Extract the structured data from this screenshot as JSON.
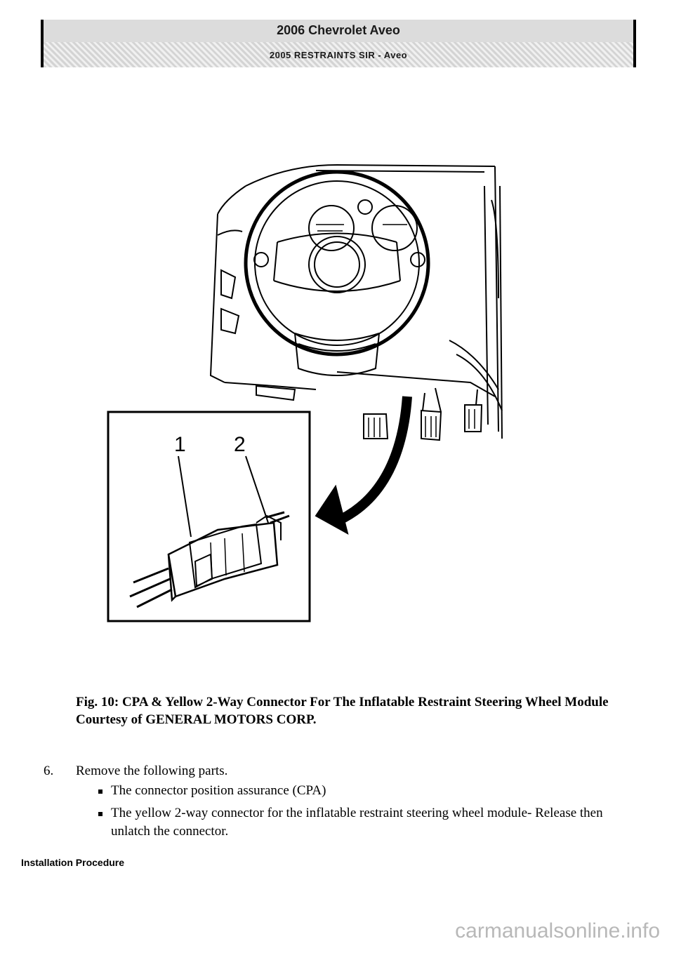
{
  "header": {
    "title": "2006 Chevrolet Aveo",
    "subtitle": "2005 RESTRAINTS SIR - Aveo"
  },
  "figure": {
    "callouts": [
      "1",
      "2"
    ]
  },
  "caption": {
    "title": "Fig. 10: CPA & Yellow 2-Way Connector For The Inflatable Restraint Steering Wheel Module",
    "courtesy": "Courtesy of GENERAL MOTORS CORP."
  },
  "step": {
    "number": "6.",
    "text": "Remove the following parts."
  },
  "bullets": [
    "The connector position assurance (CPA)",
    "The yellow 2-way connector for the inflatable restraint steering wheel module- Release then unlatch the connector."
  ],
  "section": {
    "title": "Installation Procedure"
  },
  "watermark": "carmanualsonline.info"
}
